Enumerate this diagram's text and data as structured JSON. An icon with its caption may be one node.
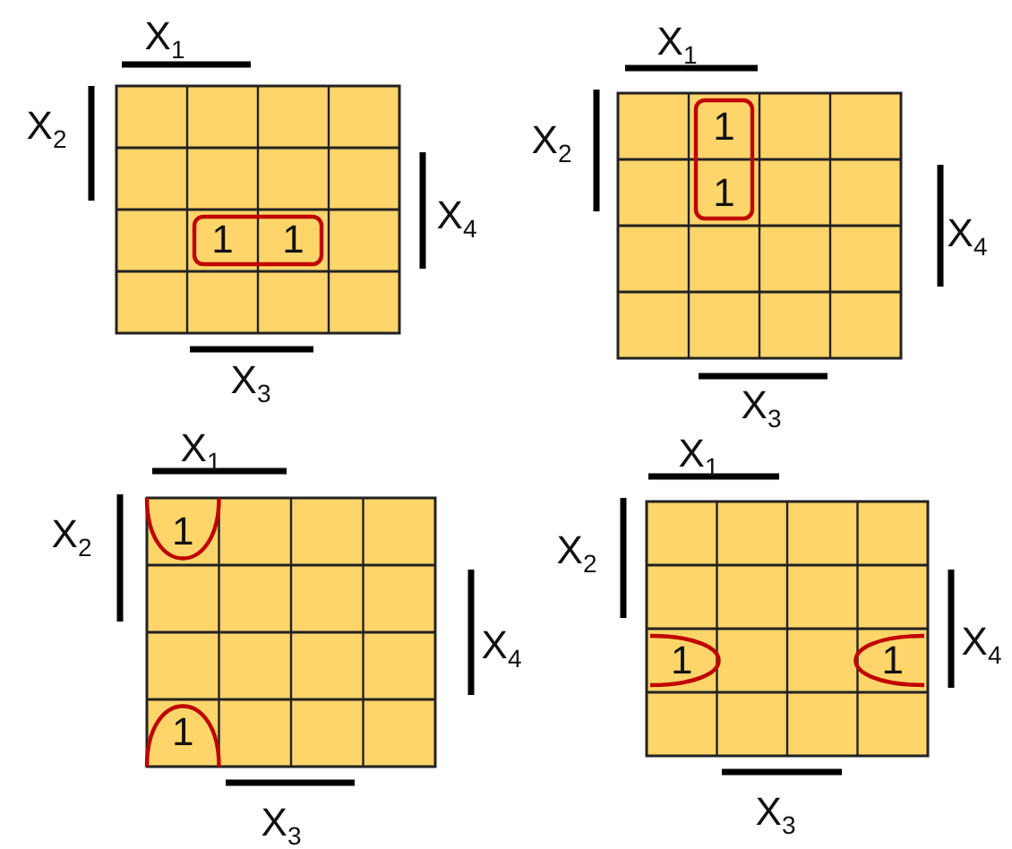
{
  "diagram": {
    "labels": [
      "X$_{1}$",
      "X$_{2}$",
      "X$_{4}$",
      "1",
      "1",
      "X$_{3}$",
      "X$_{1}$",
      "X$_{2}$",
      "1",
      "1",
      "X$_{4}$",
      "X$_{3}$",
      "X$_{1}$",
      "X$_{2}$",
      "1",
      "X$_{4}$",
      "1",
      "X$_{3}$",
      "X$_{1}$",
      "X$_{2}$",
      "1",
      "1",
      "X$_{4}$",
      "X$_{3}$"
    ]
  }
}
